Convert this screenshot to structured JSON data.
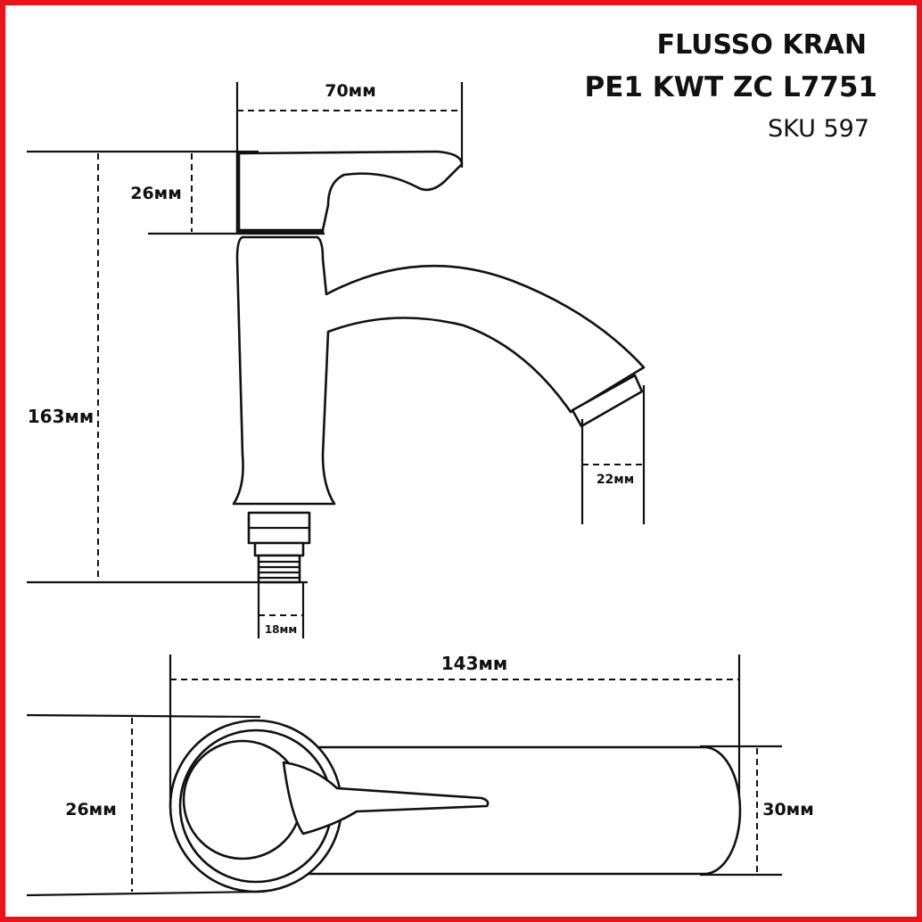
{
  "title": {
    "line1": "FLUSSO KRAN",
    "line2": "PE1 KWT ZC L7751",
    "sku": "SKU 597"
  },
  "dimensions": {
    "handle_length": "70мм",
    "handle_height_side": "26мм",
    "total_height": "163мм",
    "spout_outlet": "22мм",
    "thread_diameter": "18мм",
    "total_length": "143мм",
    "handle_height_top": "26мм",
    "body_width": "30мм"
  },
  "colors": {
    "border": "#e8141c",
    "ink": "#111111",
    "background": "#ffffff"
  }
}
